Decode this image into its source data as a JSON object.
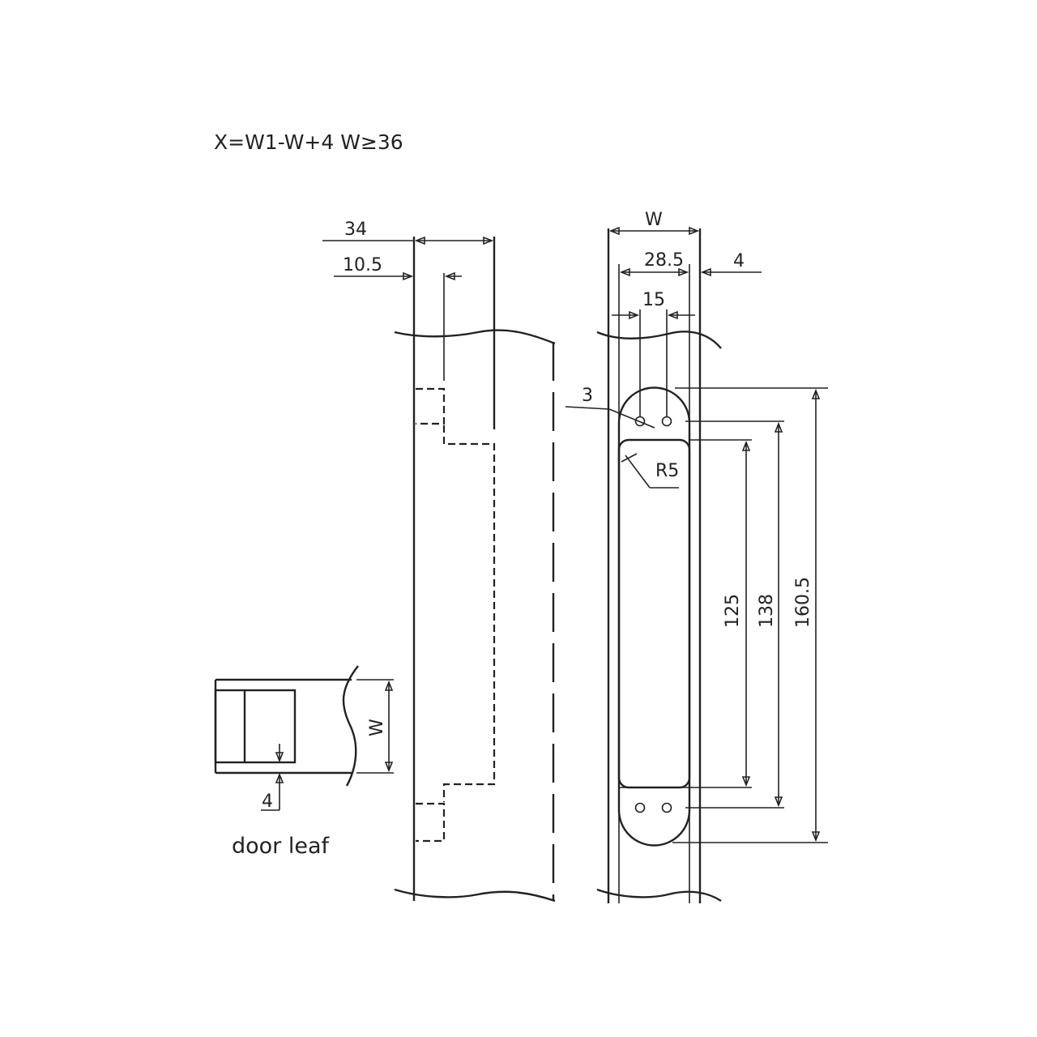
{
  "formula": "X=W1-W+4 W≥36",
  "dimensions": {
    "width_34": "34",
    "offset_10_5": "10.5",
    "width_w_top": "W",
    "width_28_5": "28.5",
    "offset_4_right": "4",
    "width_15": "15",
    "hole_3": "3",
    "radius_r5": "R5",
    "length_125": "125",
    "length_138": "138",
    "length_160_5": "160.5",
    "width_w_leaf": "W",
    "offset_4_leaf": "4"
  },
  "caption": "door leaf"
}
